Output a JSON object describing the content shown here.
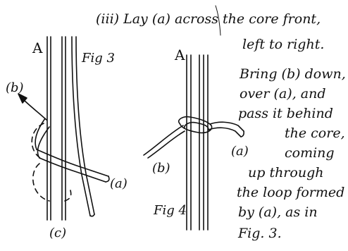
{
  "instructions": {
    "lines": [
      "(iii) Lay (a) across the core front,",
      "left to right.",
      "Bring (b) down,",
      "over (a), and",
      "pass it behind",
      "the core,",
      "coming",
      "up through",
      "the loop formed",
      "by (a), as in",
      "Fig. 3."
    ]
  },
  "fig3": {
    "title": "Fig 3",
    "label_core": "A",
    "label_a": "(a)",
    "label_b": "(b)",
    "label_c": "(c)"
  },
  "fig4": {
    "title": "Fig 4",
    "label_core": "A",
    "label_a": "(a)",
    "label_b": "(b)"
  }
}
